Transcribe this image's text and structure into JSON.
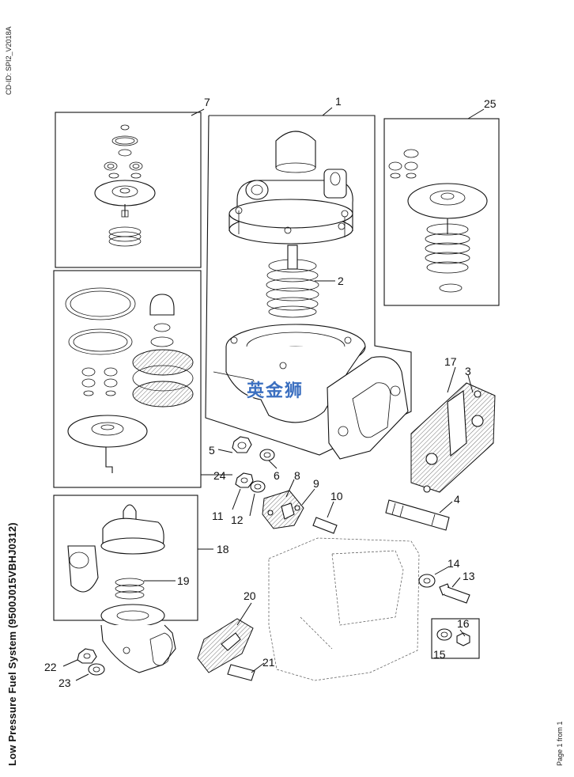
{
  "header": {
    "cd_id": "CD-ID: SPI2_V2018A"
  },
  "title": "Low Pressure Fuel System (9500J015VBHJ0312)",
  "footer": {
    "page": "Page 1 from 1"
  },
  "watermark": "英金狮",
  "callouts": {
    "c1": "1",
    "c2": "2",
    "c3": "3",
    "c4": "4",
    "c5": "5",
    "c6": "6",
    "c7": "7",
    "c8": "8",
    "c9": "9",
    "c10": "10",
    "c11": "11",
    "c12": "12",
    "c13": "13",
    "c14": "14",
    "c15": "15",
    "c16": "16",
    "c17": "17",
    "c18": "18",
    "c19": "19",
    "c20": "20",
    "c21": "21",
    "c22": "22",
    "c23": "23",
    "c24": "24",
    "c25": "25"
  }
}
